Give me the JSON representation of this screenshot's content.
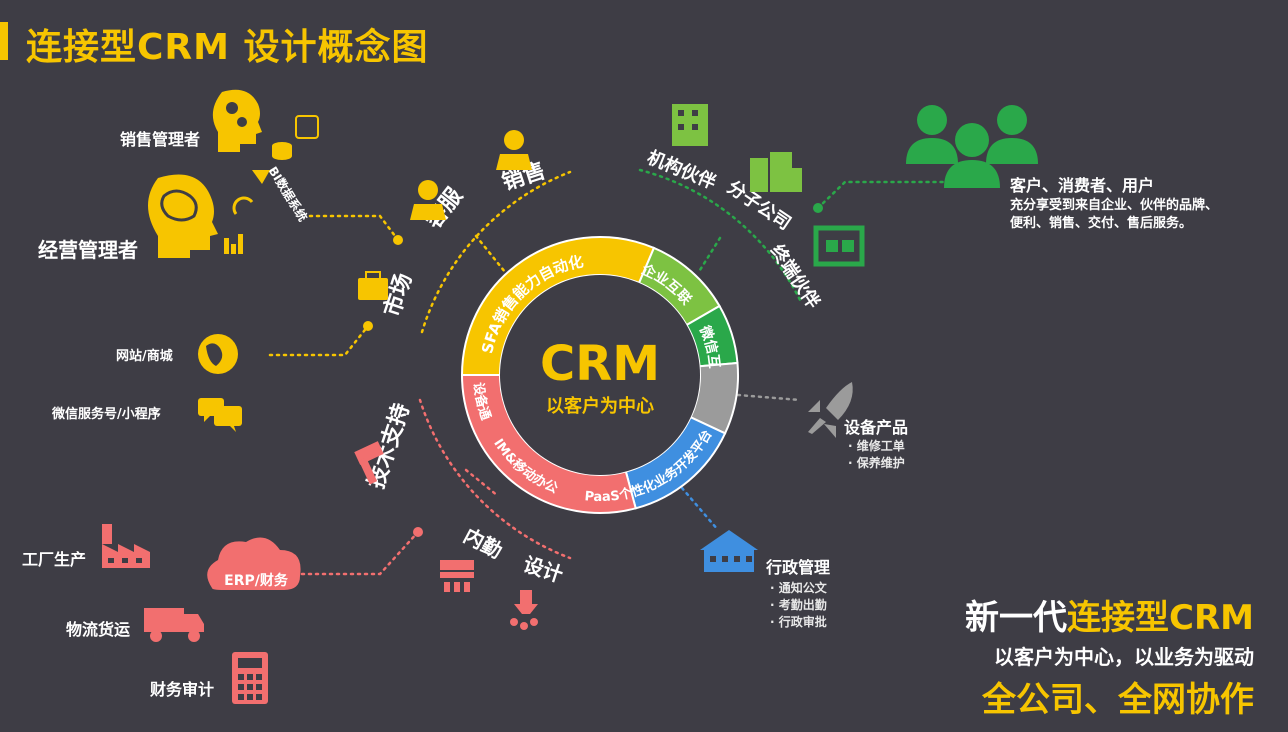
{
  "title": "连接型CRM 设计概念图",
  "center": {
    "main": "CRM",
    "sub": "以客户为中心"
  },
  "ring": {
    "segments": [
      {
        "label": "SFA销售能力自动化",
        "color": "#f7c500"
      },
      {
        "label": "企业互联",
        "color": "#7dc242"
      },
      {
        "label": "微信互联",
        "color": "#2aa84a"
      },
      {
        "label": "设备通",
        "color": "#9b9b9b"
      },
      {
        "label": "IM&移动办公",
        "color": "#3f8fe0"
      },
      {
        "label": "PaaS个性化业务开发平台",
        "color": "#f26f6f"
      }
    ]
  },
  "left_top": {
    "sales_manager": "销售管理者",
    "executive": "经营管理者",
    "bi_system": "BI数据系统",
    "customer_service": "客服",
    "sales": "销售",
    "market": "市场",
    "website": "网站/商城",
    "wechat": "微信服务号/小程序"
  },
  "right_top": {
    "partner_org": "机构伙伴",
    "subsidiary": "分子公司",
    "terminal_partner": "终端伙伴",
    "customers_title": "客户、消费者、用户",
    "customers_desc_1": "充分享受到来自企业、伙伴的品牌、",
    "customers_desc_2": "便利、销售、交付、售后服务。"
  },
  "device": {
    "title": "设备产品",
    "items": [
      "· 维修工单",
      "· 保养维护"
    ]
  },
  "admin": {
    "title": "行政管理",
    "items": [
      "· 通知公文",
      "· 考勤出勤",
      "· 行政审批"
    ]
  },
  "left_bottom": {
    "tech_support": "技术支持",
    "internal": "内勤",
    "design": "设计",
    "erp": "ERP/财务",
    "factory": "工厂生产",
    "logistics": "物流货运",
    "finance": "财务审计"
  },
  "tagline": {
    "line1_prefix": "新一代",
    "line1_highlight": "连接型CRM",
    "line2": "以客户为中心，以业务为驱动",
    "line3": "全公司、全网协作"
  },
  "colors": {
    "background": "#3e3d45",
    "yellow": "#f7c500",
    "green": "#2aa84a",
    "light_green": "#7dc242",
    "gray": "#9b9b9b",
    "blue": "#3f8fe0",
    "red": "#f26f6f"
  }
}
